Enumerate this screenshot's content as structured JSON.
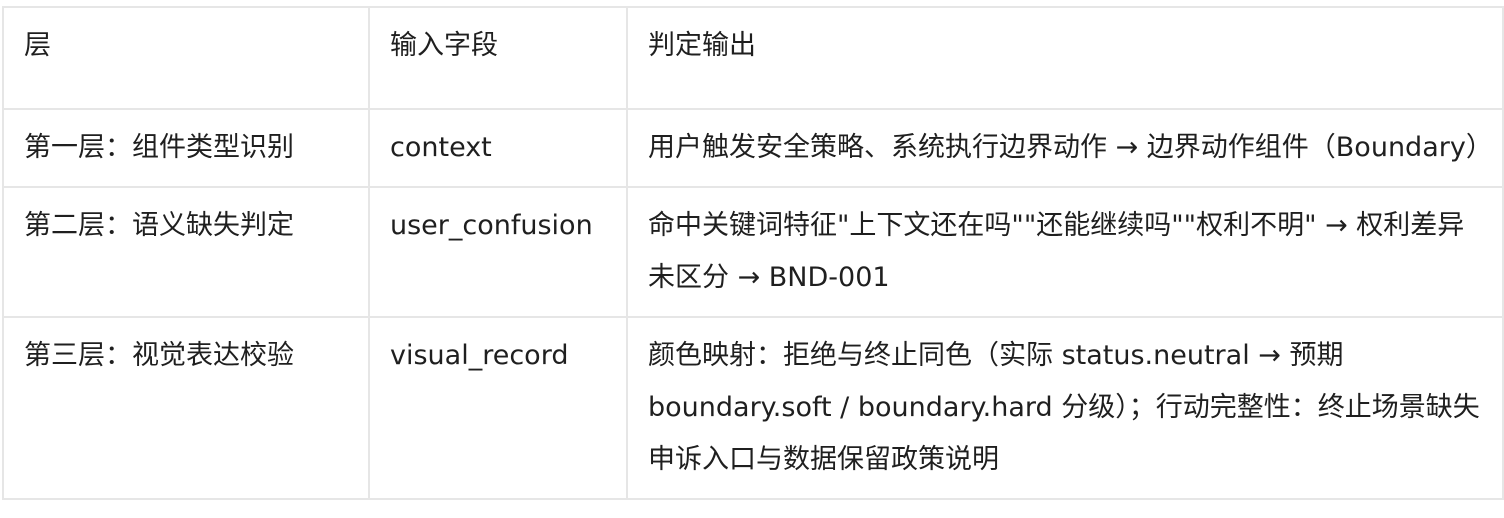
{
  "table": {
    "headers": [
      "层",
      "输入字段",
      "判定输出"
    ],
    "rows": [
      {
        "layer": "第一层：组件类型识别",
        "field": "context",
        "output": "用户触发安全策略、系统执行边界动作 → 边界动作组件（Boundary）"
      },
      {
        "layer": "第二层：语义缺失判定",
        "field": "user_confusion",
        "output": "命中关键词特征\"上下文还在吗\"\"还能继续吗\"\"权利不明\" → 权利差异未区分 → BND-001"
      },
      {
        "layer": "第三层：视觉表达校验",
        "field": "visual_record",
        "output": "颜色映射：拒绝与终止同色（实际 status.neutral → 预期 boundary.soft / boundary.hard 分级）；行动完整性：终止场景缺失申诉入口与数据保留政策说明"
      }
    ]
  }
}
